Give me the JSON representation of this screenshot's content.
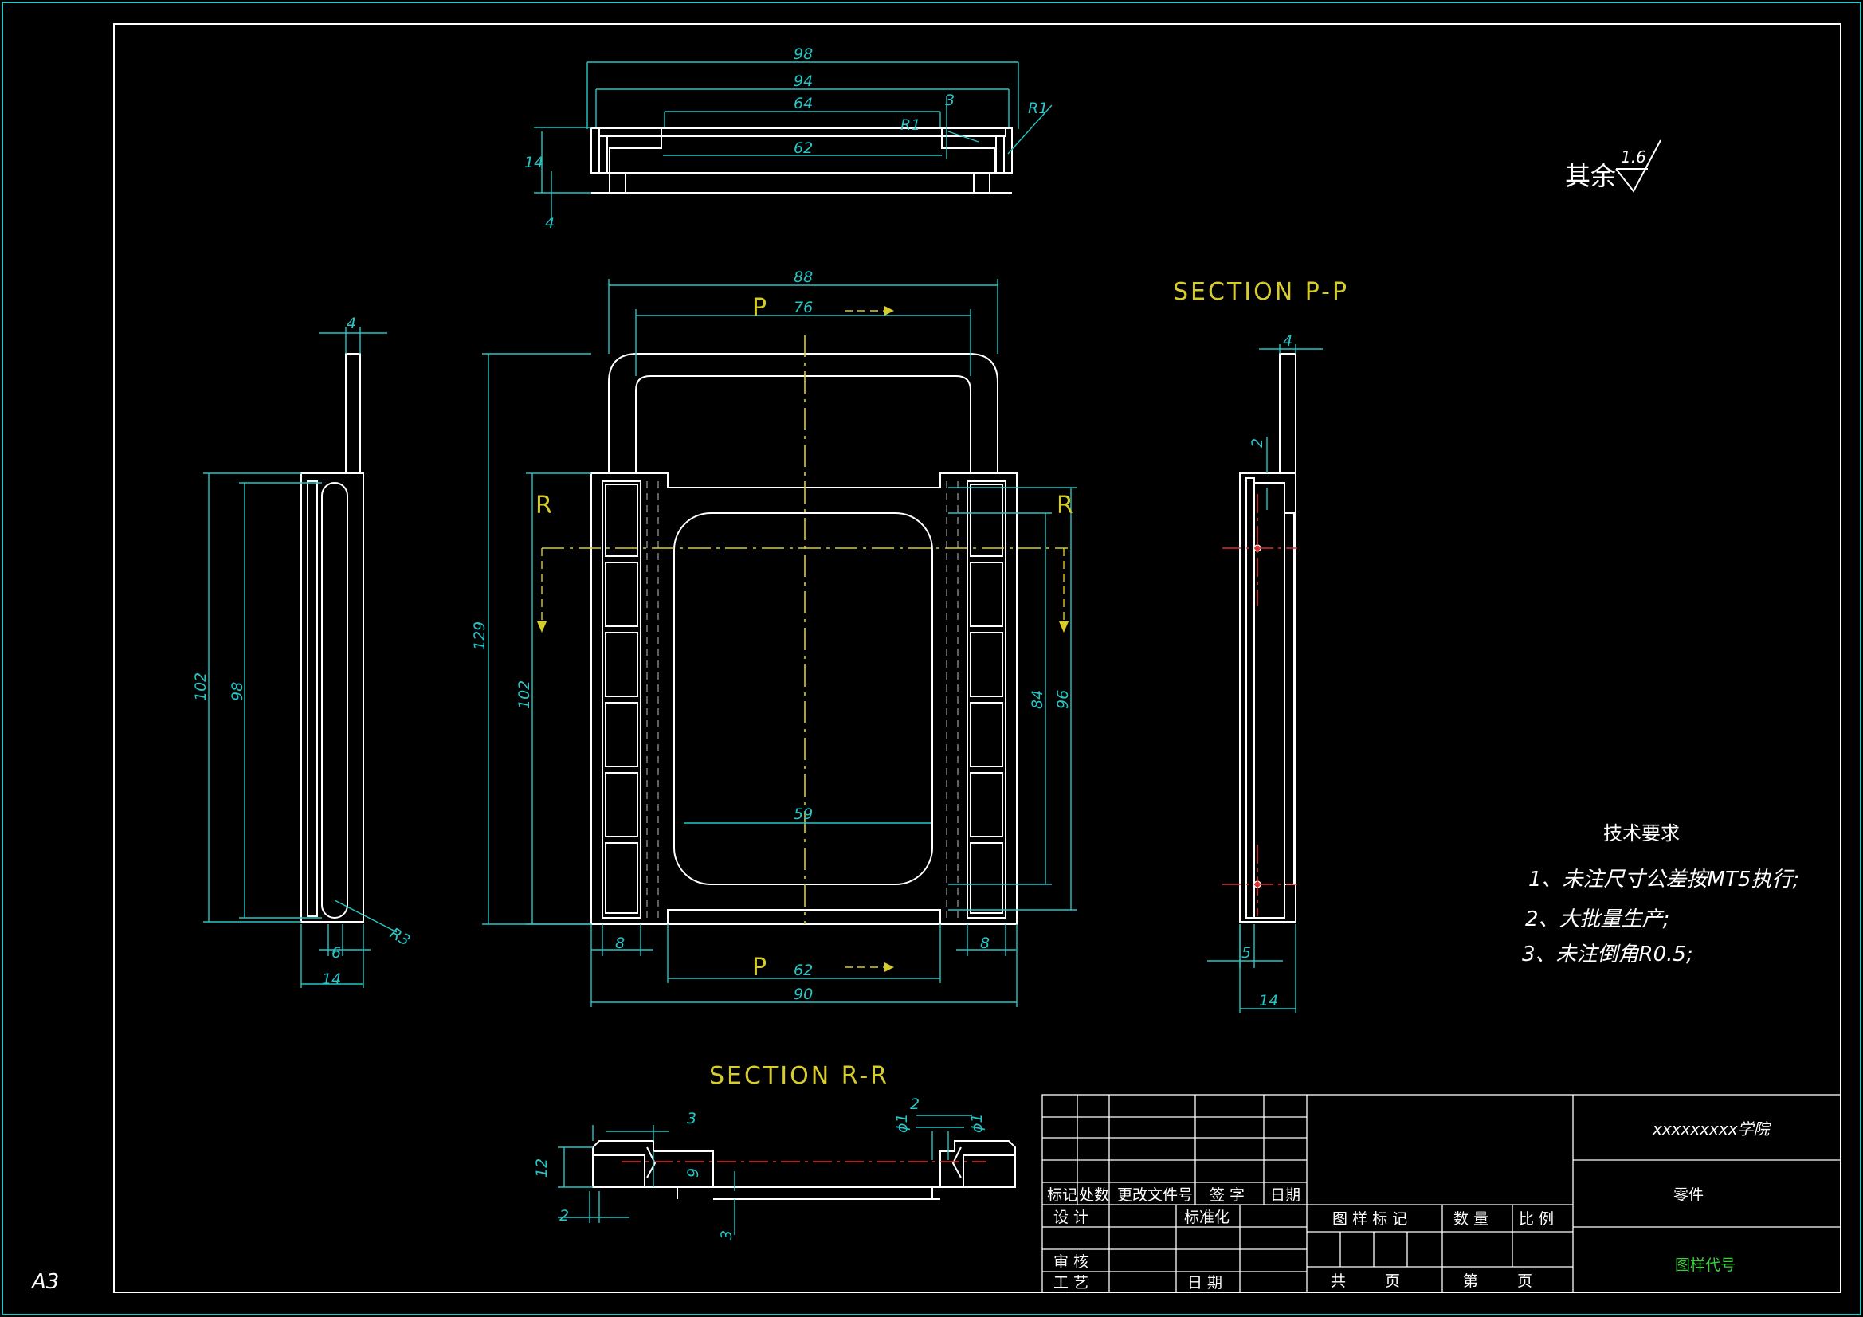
{
  "sheet": {
    "size_label": "A3",
    "line_color": "#ffffff",
    "dimension_color": "#26c6c6",
    "section_color": "#d6cc2e",
    "centerline_color": "#e03030",
    "border_color": "#2fc4c4"
  },
  "surface_finish": {
    "prefix": "其余",
    "value": "1.6"
  },
  "section_labels": {
    "pp_title": "SECTION P-P",
    "rr_title": "SECTION R-R",
    "p_marker": "P",
    "r_marker": "R"
  },
  "dimensions": {
    "top_view": [
      "98",
      "94",
      "64",
      "62",
      "3",
      "R1",
      "R1",
      "14",
      "4"
    ],
    "left_view": [
      "4",
      "102",
      "98",
      "6",
      "14",
      "R3"
    ],
    "front_view": [
      "88",
      "76",
      "129",
      "102",
      "59",
      "84",
      "96",
      "8",
      "8",
      "62",
      "90"
    ],
    "right_view": [
      "4",
      "2",
      "5",
      "14"
    ],
    "section_rr": [
      "3",
      "2",
      "ϕ1",
      "ϕ1",
      "12",
      "9",
      "2",
      "3"
    ]
  },
  "technical_requirements": {
    "title": "技术要求",
    "items": [
      "1、未注尺寸公差按MT5执行;",
      "2、大批量生产;",
      "3、未注倒角R0.5;"
    ]
  },
  "title_block": {
    "school": "xxxxxxxxx学院",
    "part_name": "零件",
    "drawing_code": "图样代号",
    "revision_headers": [
      "标记",
      "处数",
      "更改文件号",
      "签 字",
      "日期"
    ],
    "sign_rows": [
      "设 计",
      "标准化",
      "审 核",
      "工 艺",
      "日 期"
    ],
    "info_headers": [
      "图 样 标 记",
      "数 量",
      "比 例"
    ],
    "sheet_count": [
      "共",
      "页",
      "第",
      "页"
    ]
  }
}
